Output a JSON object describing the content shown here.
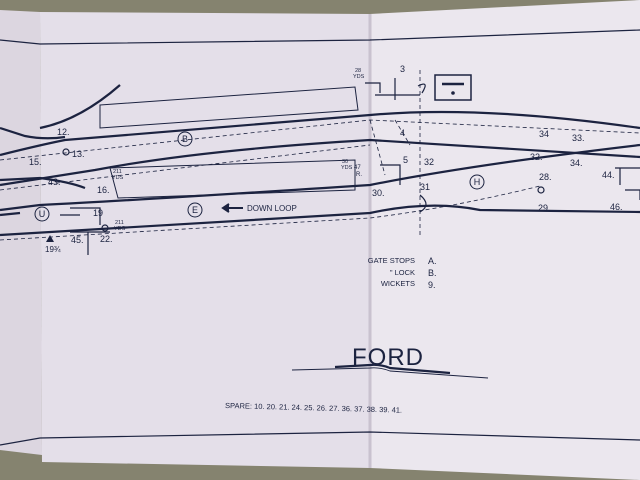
{
  "diagram": {
    "title": "FORD",
    "colors": {
      "ink": "#1c2340",
      "paper_left": "#e4dfe9",
      "paper_right": "#ebe7ee",
      "background": "#85836f"
    },
    "yards_labels": {
      "y28": "28",
      "y28u": "YDS",
      "y211a": "211",
      "y211au": "YDS",
      "y211b": "211",
      "y211bu": "YDS",
      "y30": "30",
      "y30u": "YDS"
    },
    "lever_numbers": {
      "n3": "3",
      "n4": "4",
      "n5": "5",
      "n12": "12.",
      "n13": "13.",
      "n15": "15.",
      "n16": "16.",
      "n19": "19",
      "n22": "22.",
      "n43": "43.",
      "n45": "45.",
      "n28": "28.",
      "n29": "29.",
      "n30": "30.",
      "n31": "31",
      "n32a": "32",
      "n32b": "32.",
      "n33": "33.",
      "n34a": "34",
      "n34b": "34.",
      "n44": "44.",
      "n46": "46.",
      "n47": "47",
      "n47r": "R.",
      "mile_post": "19¾"
    },
    "circled_letters": {
      "b": "B",
      "e": "E",
      "h": "H",
      "u": "U"
    },
    "direction_label": "DOWN LOOP",
    "legend": {
      "gate_stops_label": "GATE STOPS",
      "gate_stops_value": "A.",
      "lock_label": "\"  LOCK",
      "lock_value": "B.",
      "wickets_label": "WICKETS",
      "wickets_value": "9."
    },
    "spare": "SPARE:  10. 20. 21. 24. 25. 26. 27. 36. 37. 38. 39. 41."
  }
}
